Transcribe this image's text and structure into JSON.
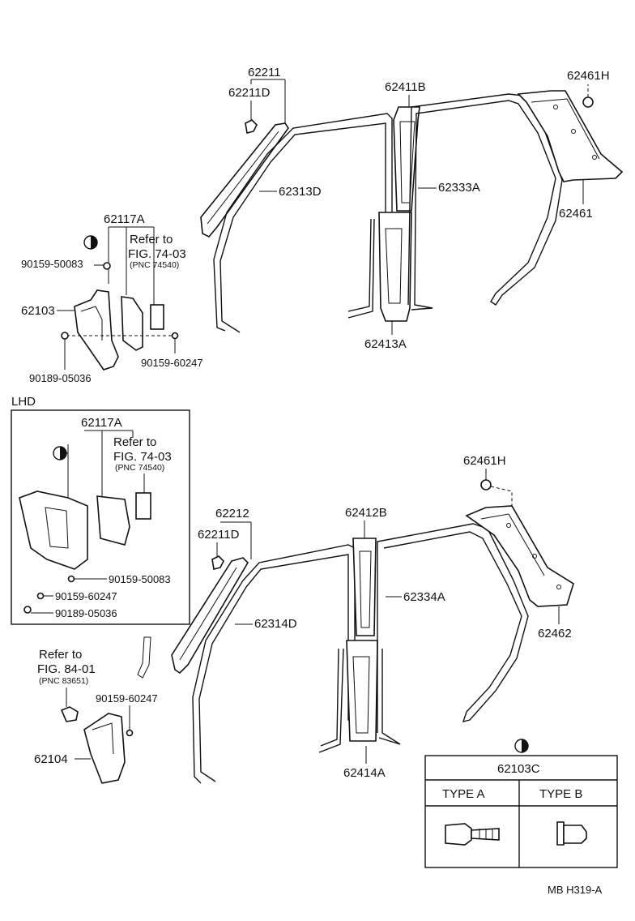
{
  "labels": {
    "p62211": "62211",
    "p62211D_top": "62211D",
    "p62411B": "62411B",
    "p62461H_top": "62461H",
    "p62313D": "62313D",
    "p62333A": "62333A",
    "p62461": "62461",
    "p62117A_top": "62117A",
    "p90159_50083_top": "90159-50083",
    "p62103": "62103",
    "p90159_60247_top": "90159-60247",
    "p90189_05036_top": "90189-05036",
    "p62413A": "62413A",
    "lhd": "LHD",
    "p62117A_lhd": "62117A",
    "p90159_50083_lhd": "90159-50083",
    "p90159_60247_lhd": "90159-60247",
    "p90189_05036_lhd": "90189-05036",
    "p62461H_bot": "62461H",
    "p62212": "62212",
    "p62211D_bot": "62211D",
    "p62412B": "62412B",
    "p62334A": "62334A",
    "p62314D": "62314D",
    "p62462": "62462",
    "p90159_60247_bot": "90159-60247",
    "p62104": "62104",
    "p62414A": "62414A",
    "p62103C": "62103C",
    "type_a": "TYPE  A",
    "type_b": "TYPE  B",
    "code": "MB  H319-A"
  },
  "refs": {
    "ref1": {
      "line1": "Refer to",
      "line2": "FIG. 74-03",
      "line3": "(PNC 74540)"
    },
    "ref2": {
      "line1": "Refer to",
      "line2": "FIG. 74-03",
      "line3": "(PNC 74540)"
    },
    "ref3": {
      "line1": "Refer to",
      "line2": "FIG. 84-01",
      "line3": "(PNC 83651)"
    }
  }
}
